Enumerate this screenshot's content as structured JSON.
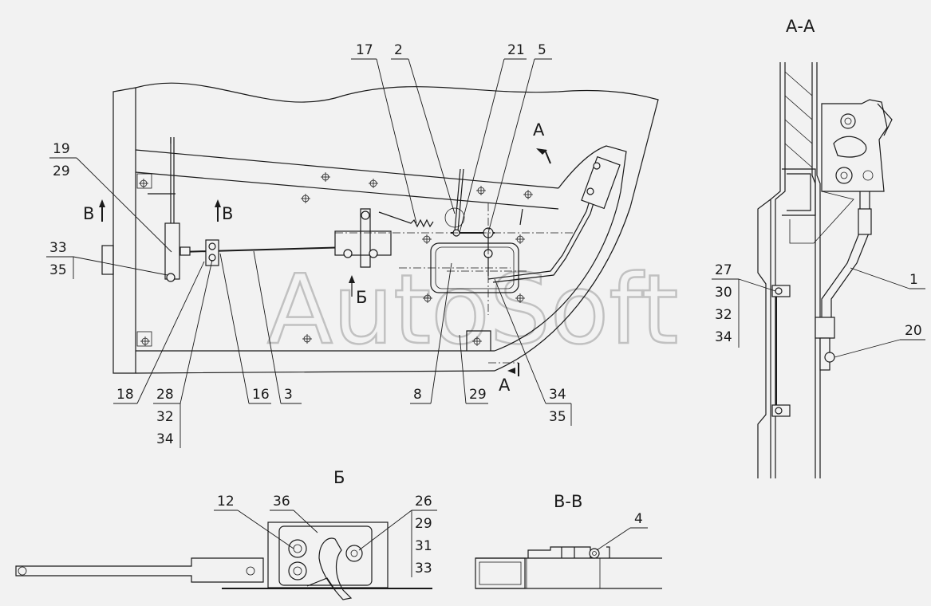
{
  "watermark": "AutoSoft",
  "view_titles": {
    "section_aa": "А-А",
    "view_b": "Б",
    "section_vv": "В-В",
    "cut_a_top": "А",
    "cut_a_bottom": "А",
    "cut_b": "Б",
    "cut_v_left": "В",
    "cut_v_right": "В"
  },
  "callouts": {
    "c19": "19",
    "c29a": "29",
    "c33a": "33",
    "c35a": "35",
    "c17": "17",
    "c2": "2",
    "c21": "21",
    "c5": "5",
    "c18": "18",
    "c28": "28",
    "c32a": "32",
    "c34a": "34",
    "c16": "16",
    "c3": "3",
    "c8": "8",
    "c29b": "29",
    "c34b": "34",
    "c35b": "35",
    "c27": "27",
    "c30": "30",
    "c32b": "32",
    "c34c": "34",
    "c1": "1",
    "c20": "20",
    "c12": "12",
    "c36": "36",
    "c26": "26",
    "c29c": "29",
    "c31": "31",
    "c33b": "33",
    "c4": "4"
  }
}
